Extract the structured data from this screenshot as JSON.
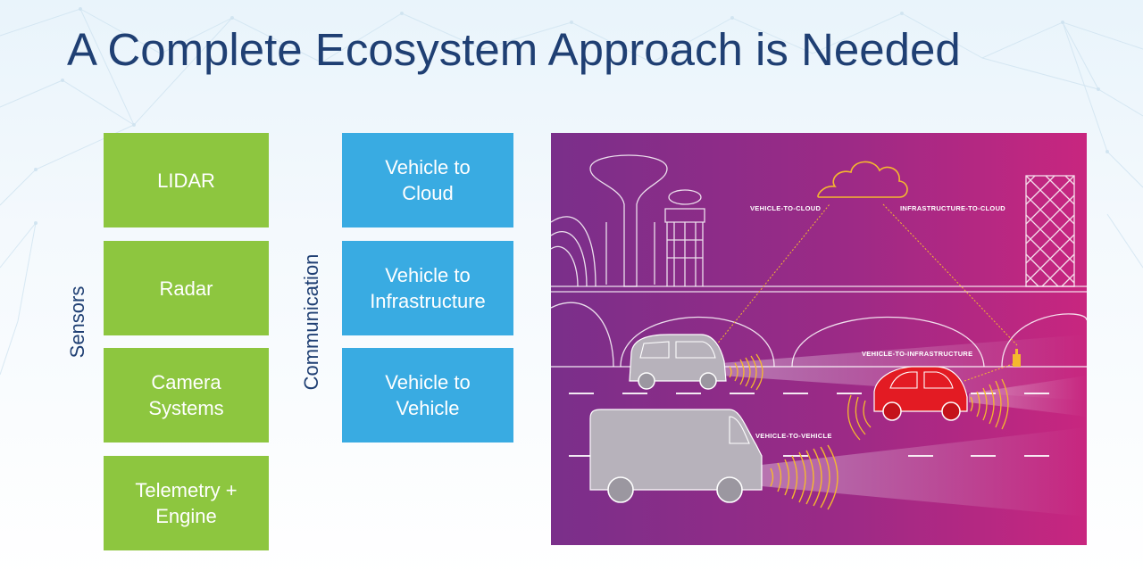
{
  "slide": {
    "title": "A Complete Ecosystem Approach is Needed"
  },
  "sensors": {
    "label": "Sensors",
    "items": [
      {
        "label": "LIDAR"
      },
      {
        "label": "Radar"
      },
      {
        "label": "Camera\nSystems"
      },
      {
        "label": "Telemetry +\nEngine"
      }
    ]
  },
  "communication": {
    "label": "Communication",
    "items": [
      {
        "label": "Vehicle to\nCloud"
      },
      {
        "label": "Vehicle to\nInfrastructure"
      },
      {
        "label": "Vehicle to\nVehicle"
      }
    ]
  },
  "illustration": {
    "tags": {
      "vehicle_to_cloud": "VEHICLE-TO-CLOUD",
      "infrastructure_to_cloud": "INFRASTRUCTURE-TO-CLOUD",
      "vehicle_to_infrastructure": "VEHICLE-TO-INFRASTRUCTURE",
      "vehicle_to_vehicle": "VEHICLE-TO-VEHICLE"
    }
  },
  "colors": {
    "title": "#1f3f73",
    "sensor_box": "#8dc63f",
    "communication_box": "#39abe2",
    "scene_left": "#7a2f8a",
    "scene_right": "#c8267f",
    "signal": "#f5b82e",
    "red_car": "#e31b23"
  }
}
